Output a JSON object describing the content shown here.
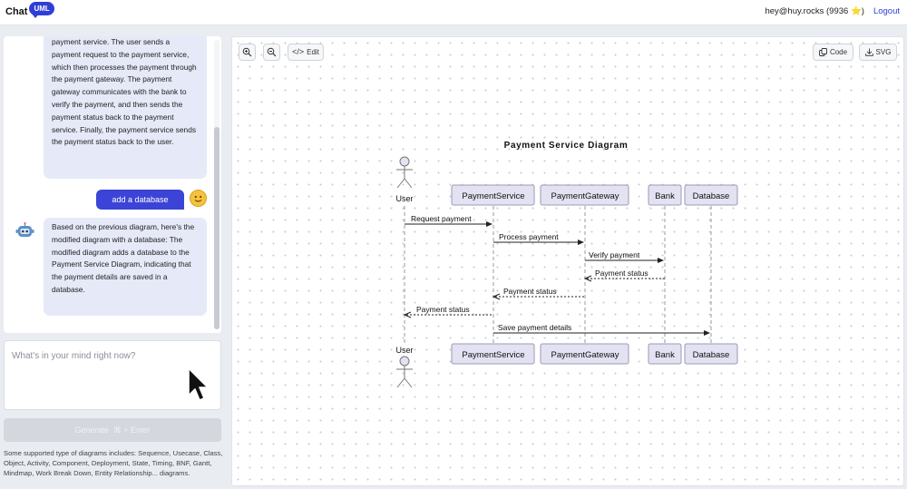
{
  "header": {
    "logo_text": "Chat",
    "logo_badge": "UML",
    "user_info": "hey@huy.rocks (9936 ⭐)",
    "logout_label": "Logout"
  },
  "chat": {
    "messages": [
      {
        "role": "bot",
        "text": "payment service. The user sends a payment request to the payment service, which then processes the payment through the payment gateway. The payment gateway communicates with the bank to verify the payment, and then sends the payment status back to the payment service. Finally, the payment service sends the payment status back to the user."
      },
      {
        "role": "user",
        "text": "add a database"
      },
      {
        "role": "bot",
        "text": "Based on the previous diagram, here's the modified diagram with a database: The modified diagram adds a database to the Payment Service Diagram, indicating that the payment details are saved in a database."
      }
    ],
    "user_emoji": "😊",
    "input_placeholder": "What's in your mind right now?",
    "generate_label": "Generate",
    "generate_shortcut": "⌘ + Enter",
    "supported_text": "Some supported type of diagrams includes: Sequence, Usecase, Class, Object, Activity, Component, Deployment, State, Timing, BNF, Gantt, Mindmap, Work Break Down, Entity Relationship... diagrams."
  },
  "toolbar": {
    "zoom_in_icon": "zoom-in-icon",
    "zoom_out_icon": "zoom-out-icon",
    "edit_label": "Edit",
    "code_label": "Code",
    "svg_label": "SVG"
  },
  "diagram": {
    "title": "Payment Service Diagram",
    "actor": "User",
    "participants": [
      "PaymentService",
      "PaymentGateway",
      "Bank",
      "Database"
    ],
    "messages": [
      {
        "from": "User",
        "to": "PaymentService",
        "label": "Request payment",
        "type": "sync"
      },
      {
        "from": "PaymentService",
        "to": "PaymentGateway",
        "label": "Process payment",
        "type": "sync"
      },
      {
        "from": "PaymentGateway",
        "to": "Bank",
        "label": "Verify payment",
        "type": "sync"
      },
      {
        "from": "Bank",
        "to": "PaymentGateway",
        "label": "Payment status",
        "type": "reply"
      },
      {
        "from": "PaymentGateway",
        "to": "PaymentService",
        "label": "Payment status",
        "type": "reply"
      },
      {
        "from": "PaymentService",
        "to": "User",
        "label": "Payment status",
        "type": "reply"
      },
      {
        "from": "PaymentService",
        "to": "Database",
        "label": "Save payment details",
        "type": "sync"
      }
    ]
  },
  "colors": {
    "accent": "#2f3fd6",
    "bubble_bg": "#e6e9f8",
    "participant_fill": "#e3e2f2",
    "participant_stroke": "#9b99b4"
  }
}
